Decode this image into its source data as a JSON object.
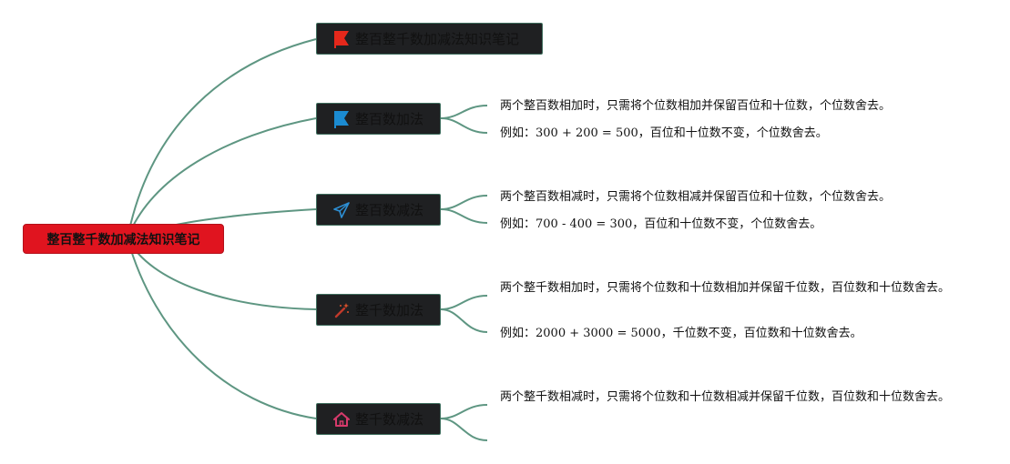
{
  "colors": {
    "background": "#ffffff",
    "connector": "#5e9682",
    "root_fill": "#e0141f",
    "topic_fill": "#1f2022",
    "topic_border": "#3f6e5e",
    "text": "#111111"
  },
  "root": {
    "label": "整百整千数加减法知识笔记"
  },
  "topics": [
    {
      "label": "整百整千数加减法知识笔记",
      "icon": "red-flag-icon"
    },
    {
      "label": "整百数加法",
      "icon": "blue-flag-icon"
    },
    {
      "label": "整百数减法",
      "icon": "paper-plane-icon"
    },
    {
      "label": "整千数加法",
      "icon": "magic-wand-icon"
    },
    {
      "label": "整千数减法",
      "icon": "house-icon"
    }
  ],
  "notes": {
    "addition_hundreds": [
      "两个整百数相加时，只需将个位数相加并保留百位和十位数，个位数舍去。",
      "例如：300 + 200 = 500，百位和十位数不变，个位数舍去。"
    ],
    "subtraction_hundreds": [
      "两个整百数相减时，只需将个位数相减并保留百位和十位数，个位数舍去。",
      "例如：700 - 400 = 300，百位和十位数不变，个位数舍去。"
    ],
    "addition_thousands": [
      "两个整千数相加时，只需将个位数和十位数相加并保留千位数，百位数和十位数舍去。",
      "例如：2000 + 3000 = 5000，千位数不变，百位数和十位数舍去。"
    ],
    "subtraction_thousands": [
      "两个整千数相减时，只需将个位数和十位数相减并保留千位数，百位数和十位数舍去。"
    ]
  }
}
